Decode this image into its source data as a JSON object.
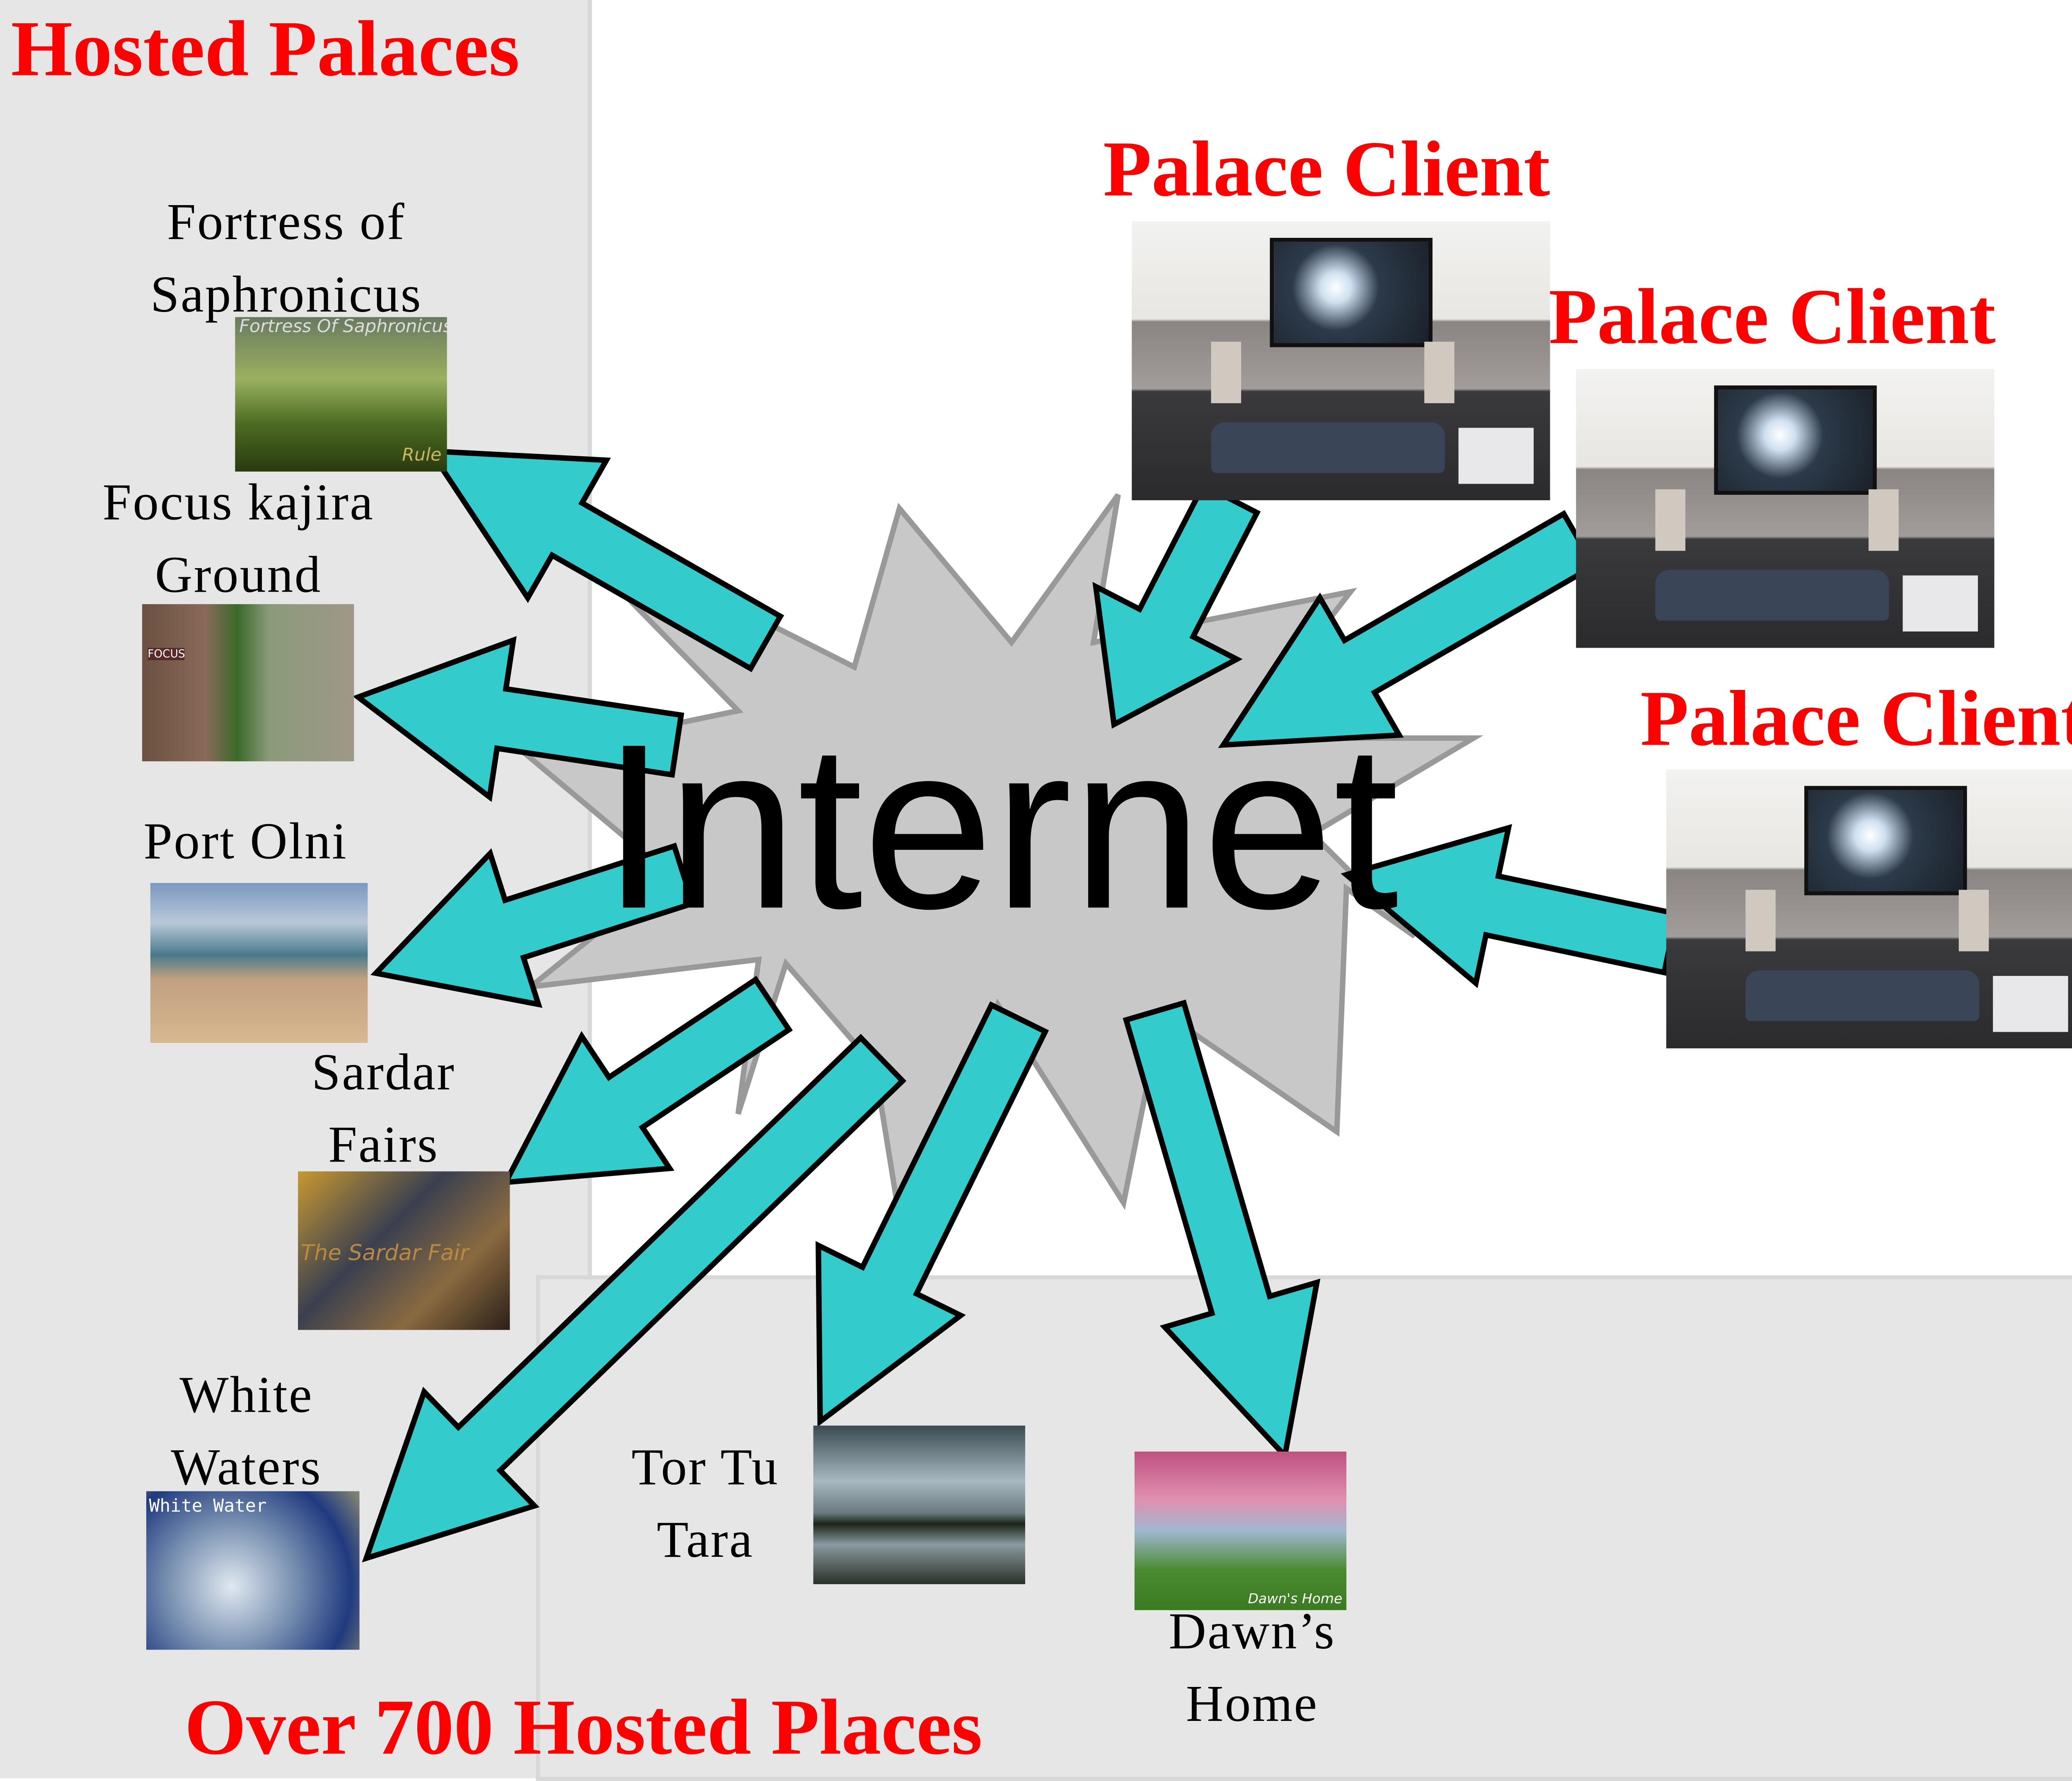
{
  "titles": {
    "hosted_palaces": "Hosted Palaces",
    "over_700": "Over 700 Hosted Places",
    "center": "Internet"
  },
  "clients": [
    {
      "label": "Palace Client"
    },
    {
      "label": "Palace Client"
    },
    {
      "label": "Palace Client"
    }
  ],
  "palaces": [
    {
      "line1": "Fortress of",
      "line2": "Saphronicus",
      "caption": "Fortress Of Saphronicus",
      "caption2": "Rule"
    },
    {
      "line1": "Focus kajira",
      "line2": "Ground",
      "caption": "FOCUS"
    },
    {
      "line1": "Port Olni",
      "line2": ""
    },
    {
      "line1": "Sardar",
      "line2": "Fairs",
      "caption": "The Sardar Fair"
    },
    {
      "line1": "White",
      "line2": "Waters",
      "caption": "White Water"
    },
    {
      "line1": "Tor Tu",
      "line2": "Tara"
    },
    {
      "line1": "Dawn’s",
      "line2": "Home",
      "caption": "Dawn's Home"
    }
  ],
  "colors": {
    "title": "#ff0000",
    "arrow": "#33cccc",
    "burst": "#c8c8c8",
    "panel": "#e6e6e6"
  }
}
